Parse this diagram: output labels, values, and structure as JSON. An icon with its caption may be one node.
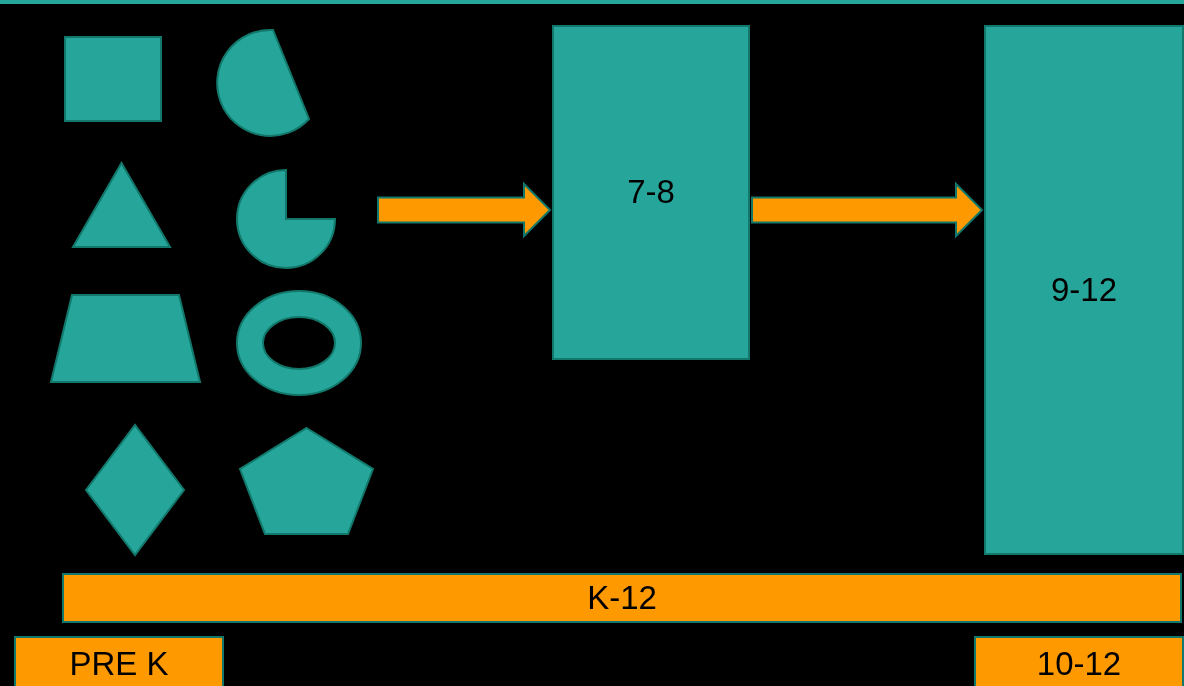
{
  "diagram": {
    "nodes": [
      {
        "text": [],
        "shape": "box"
      },
      {
        "text": [],
        "shape": "chord"
      },
      {
        "text": [],
        "shape": "triangle"
      },
      {
        "text": [],
        "shape": "pie"
      },
      {
        "text": [],
        "shape": "trapezoid"
      },
      {
        "text": [],
        "shape": "ring"
      },
      {
        "text": [],
        "shape": "diamond"
      },
      {
        "text": [],
        "shape": "pentagon"
      },
      {
        "text": [
          "7-8"
        ]
      },
      {
        "text": [
          "9-12"
        ]
      },
      {
        "text": [
          "K-12"
        ]
      },
      {
        "text": [
          "PRE K"
        ]
      },
      {
        "text": [
          "10-12"
        ]
      }
    ],
    "edges": [
      {
        "from": null,
        "to": 8,
        "arrow": "to",
        "style": "thick"
      },
      {
        "from": 8,
        "to": 9,
        "arrow": "to",
        "style": "thick"
      }
    ]
  }
}
